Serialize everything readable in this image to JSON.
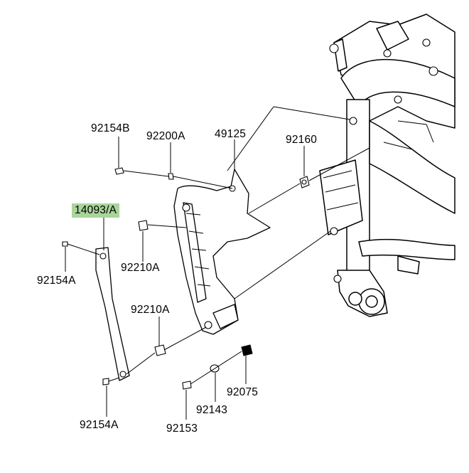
{
  "diagram": {
    "highlight_color": "#a9d59a",
    "parts": [
      {
        "id": "92154B",
        "label": "92154B",
        "highlighted": false
      },
      {
        "id": "92200A",
        "label": "92200A",
        "highlighted": false
      },
      {
        "id": "49125",
        "label": "49125",
        "highlighted": false
      },
      {
        "id": "92160",
        "label": "92160",
        "highlighted": false
      },
      {
        "id": "14093A",
        "label": "14093/A",
        "highlighted": true
      },
      {
        "id": "92210A_upper",
        "label": "92210A",
        "highlighted": false
      },
      {
        "id": "92154A_upper",
        "label": "92154A",
        "highlighted": false
      },
      {
        "id": "92210A_lower",
        "label": "92210A",
        "highlighted": false
      },
      {
        "id": "92075",
        "label": "92075",
        "highlighted": false
      },
      {
        "id": "92143",
        "label": "92143",
        "highlighted": false
      },
      {
        "id": "92154A_lower",
        "label": "92154A",
        "highlighted": false
      },
      {
        "id": "92153",
        "label": "92153",
        "highlighted": false
      }
    ]
  }
}
